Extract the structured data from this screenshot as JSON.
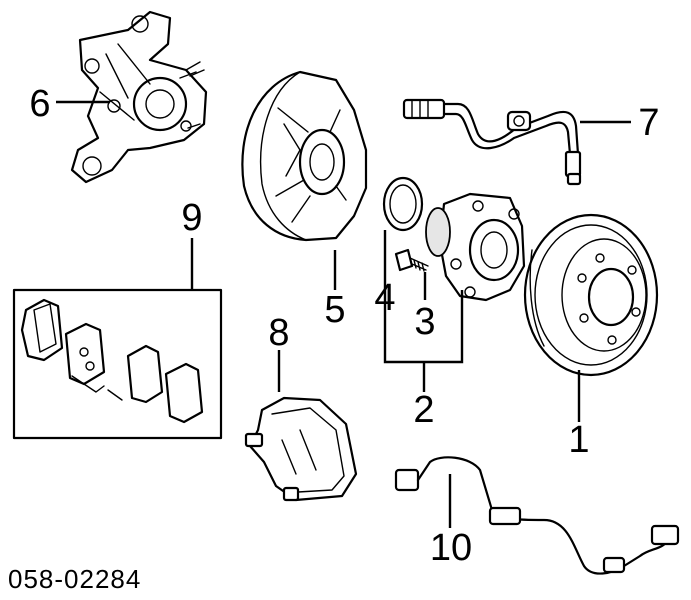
{
  "callouts": {
    "c1": "1",
    "c2": "2",
    "c3": "3",
    "c4": "4",
    "c5": "5",
    "c6": "6",
    "c7": "7",
    "c8": "8",
    "c9": "9",
    "c10": "10"
  },
  "diagram_code": "058-02284"
}
